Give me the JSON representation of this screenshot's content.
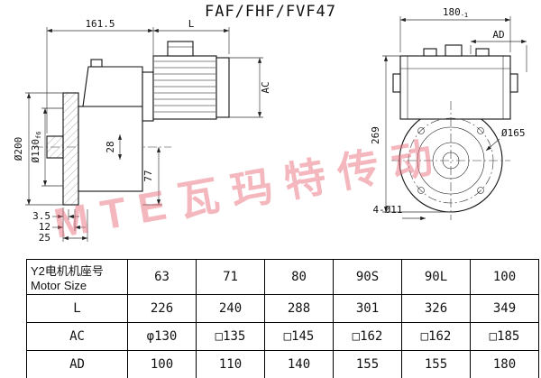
{
  "title": "FAF/FHF/FVF47",
  "watermark": "MTE瓦玛特传动",
  "left_view": {
    "d161": "161.5",
    "dL": "L",
    "dAC": "AC",
    "d200": "Ø200",
    "d130": "Ø130",
    "d130tol": "f6",
    "d28": "28",
    "d77": "77",
    "d35": "3.5",
    "d12": "12",
    "d25": "25"
  },
  "right_view": {
    "d180": "180",
    "d180tol": "-1",
    "dAD": "AD",
    "d269": "269",
    "d165": "Ø165",
    "dholes": "4-Ø11"
  },
  "table": {
    "header_cn": "Y2电机机座号",
    "header_en": "Motor Size",
    "columns": [
      "63",
      "71",
      "80",
      "90S",
      "90L",
      "100"
    ],
    "rows": [
      {
        "label": "L",
        "values": [
          "226",
          "240",
          "288",
          "301",
          "326",
          "349"
        ]
      },
      {
        "label": "AC",
        "values": [
          "φ130",
          "□135",
          "□145",
          "□162",
          "□162",
          "□185"
        ]
      },
      {
        "label": "AD",
        "values": [
          "100",
          "110",
          "140",
          "155",
          "155",
          "180"
        ]
      }
    ]
  }
}
